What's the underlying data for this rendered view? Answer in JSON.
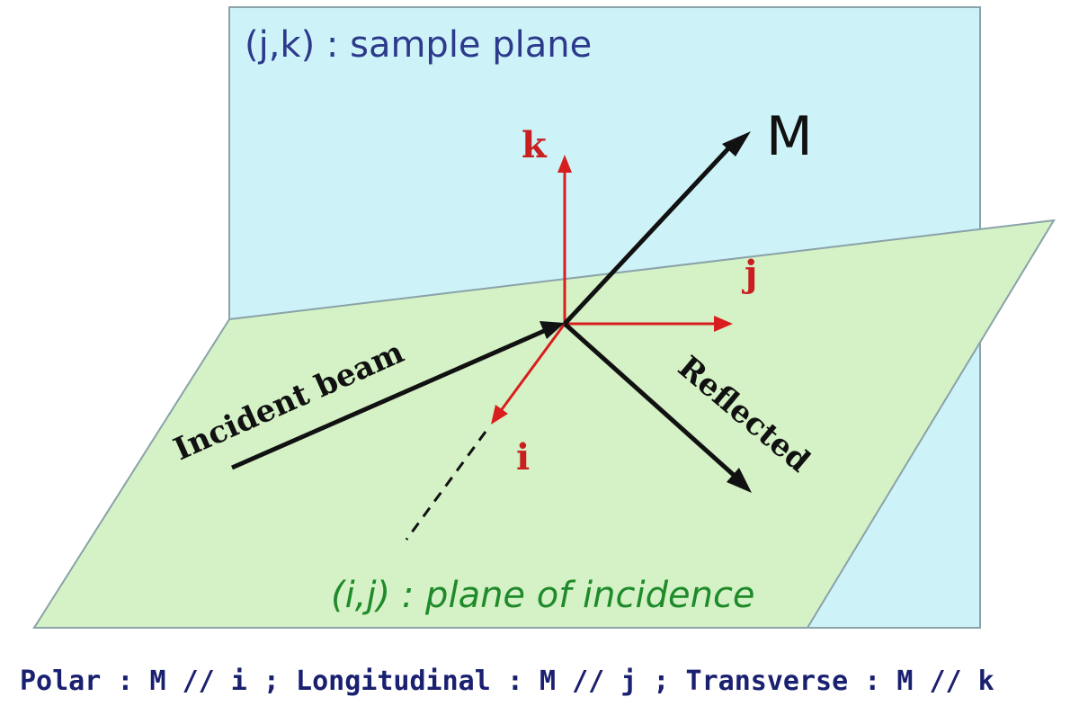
{
  "labels": {
    "sample_plane": "(j,k) : sample plane",
    "plane_of_incidence": "(i,j) : plane of incidence",
    "k_axis": "k",
    "j_axis": "j",
    "i_axis": "i",
    "magnetization": "M",
    "incident_beam": "Incident beam",
    "reflected": "Reflected"
  },
  "caption": "Polar : M // i ; Longitudinal : M // j ; Transverse : M // k",
  "colors": {
    "sample_plane_fill": "#cdf3f8",
    "incidence_plane_fill": "#d4f2c6",
    "plane_border": "#8aa2a8",
    "axis_red": "#d81e1e",
    "vector_black": "#111111",
    "caption_blue": "#1a2070"
  }
}
